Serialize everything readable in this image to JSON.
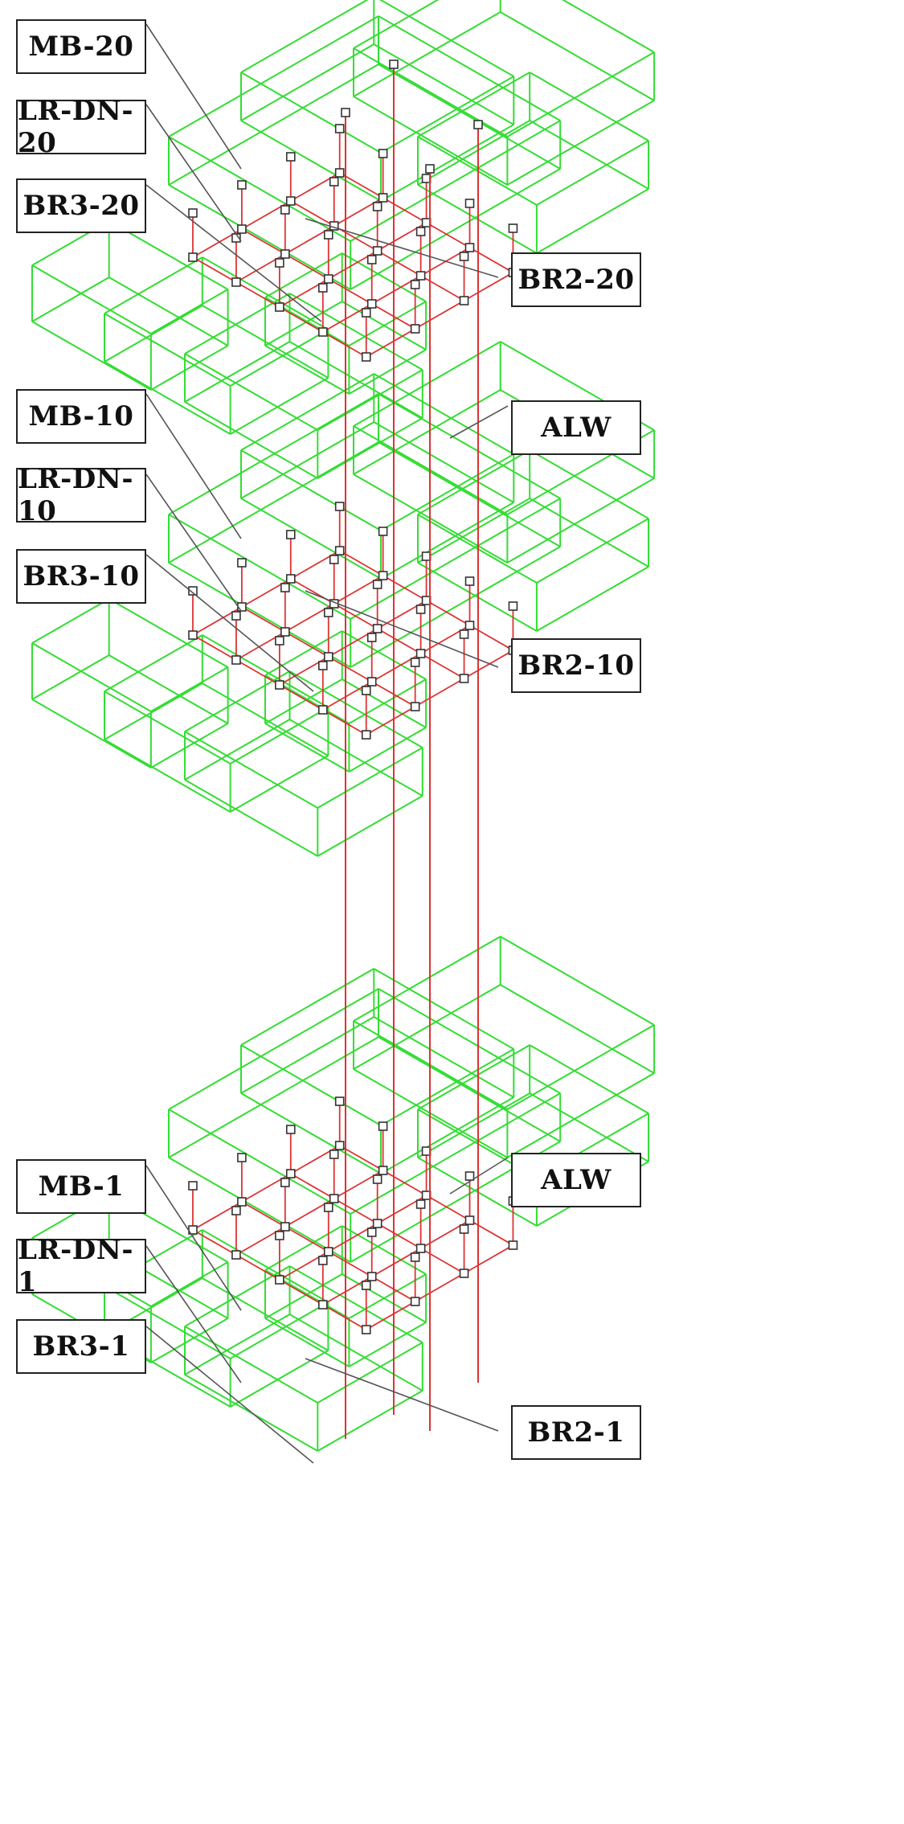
{
  "colors": {
    "model_lines": "#33dd33",
    "sensor_lines": "#dd3333",
    "sensor_node_fill": "#ffffff",
    "sensor_node_stroke": "#333333",
    "leader_lines": "#555555",
    "label_border": "#222222"
  },
  "labels": {
    "mb20": "MB-20",
    "lrdn20": "LR-DN-20",
    "br320": "BR3-20",
    "br220": "BR2-20",
    "alw_upper": "ALW",
    "mb10": "MB-10",
    "lrdn10": "LR-DN-10",
    "br310": "BR3-10",
    "br210": "BR2-10",
    "alw_lower": "ALW",
    "mb1": "MB-1",
    "lrdn1": "LR-DN-1",
    "br31": "BR3-1",
    "br21": "BR2-1"
  }
}
